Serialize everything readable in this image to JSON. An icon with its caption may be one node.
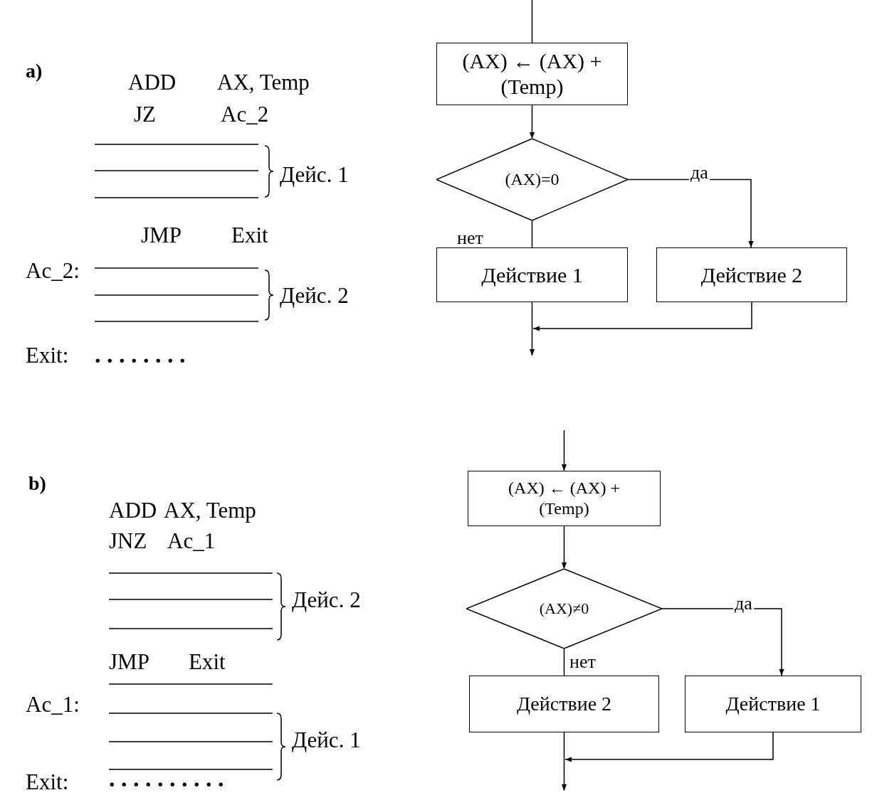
{
  "diagram": {
    "nodes": [
      {
        "text": [
          "(AX) ← (AX) + (Temp)"
        ]
      },
      {
        "text": [
          "(AX)=0"
        ]
      },
      {
        "text": [
          "Действие 1"
        ]
      },
      {
        "text": [
          "Действие 2"
        ]
      },
      {
        "text": [
          "(AX) ← (AX) + (Temp)"
        ]
      },
      {
        "text": [
          "(AX)≠0"
        ]
      },
      {
        "text": [
          "Действие 2"
        ]
      },
      {
        "text": [
          "Действие 1"
        ]
      }
    ],
    "edges": [
      {
        "from": null,
        "to": 0,
        "arrow": "none"
      },
      {
        "from": 0,
        "to": 1,
        "arrow": "to"
      },
      {
        "from": 1,
        "to": 2,
        "arrow": "none",
        "label": "нет"
      },
      {
        "from": 1,
        "to": 3,
        "arrow": "to",
        "label": "да"
      },
      {
        "from": 2,
        "to": null,
        "arrow": "to"
      },
      {
        "from": 3,
        "to": null,
        "arrow": "to"
      },
      {
        "from": null,
        "to": 4,
        "arrow": "to"
      },
      {
        "from": 4,
        "to": 5,
        "arrow": "to"
      },
      {
        "from": 5,
        "to": 6,
        "arrow": "none",
        "label": "нет"
      },
      {
        "from": 5,
        "to": 7,
        "arrow": "to",
        "label": "да"
      },
      {
        "from": 6,
        "to": null,
        "arrow": "to"
      },
      {
        "from": 7,
        "to": null,
        "arrow": "to"
      }
    ],
    "labels": [
      "a)",
      "ADD",
      "AX, Temp",
      "JZ",
      "Ac_2",
      "Дейс. 1",
      "JMP",
      "Exit",
      "Ac_2:",
      "Дейс. 2",
      "Exit:",
      ". . . . . . . .",
      "b)",
      "ADD",
      "AX, Temp",
      "JNZ",
      "Ac_1",
      "Дейс. 2",
      "JMP",
      "Exit",
      "Ac_1:",
      "Дейс. 1",
      "Exit:",
      ". . . . . . . . . ."
    ]
  }
}
